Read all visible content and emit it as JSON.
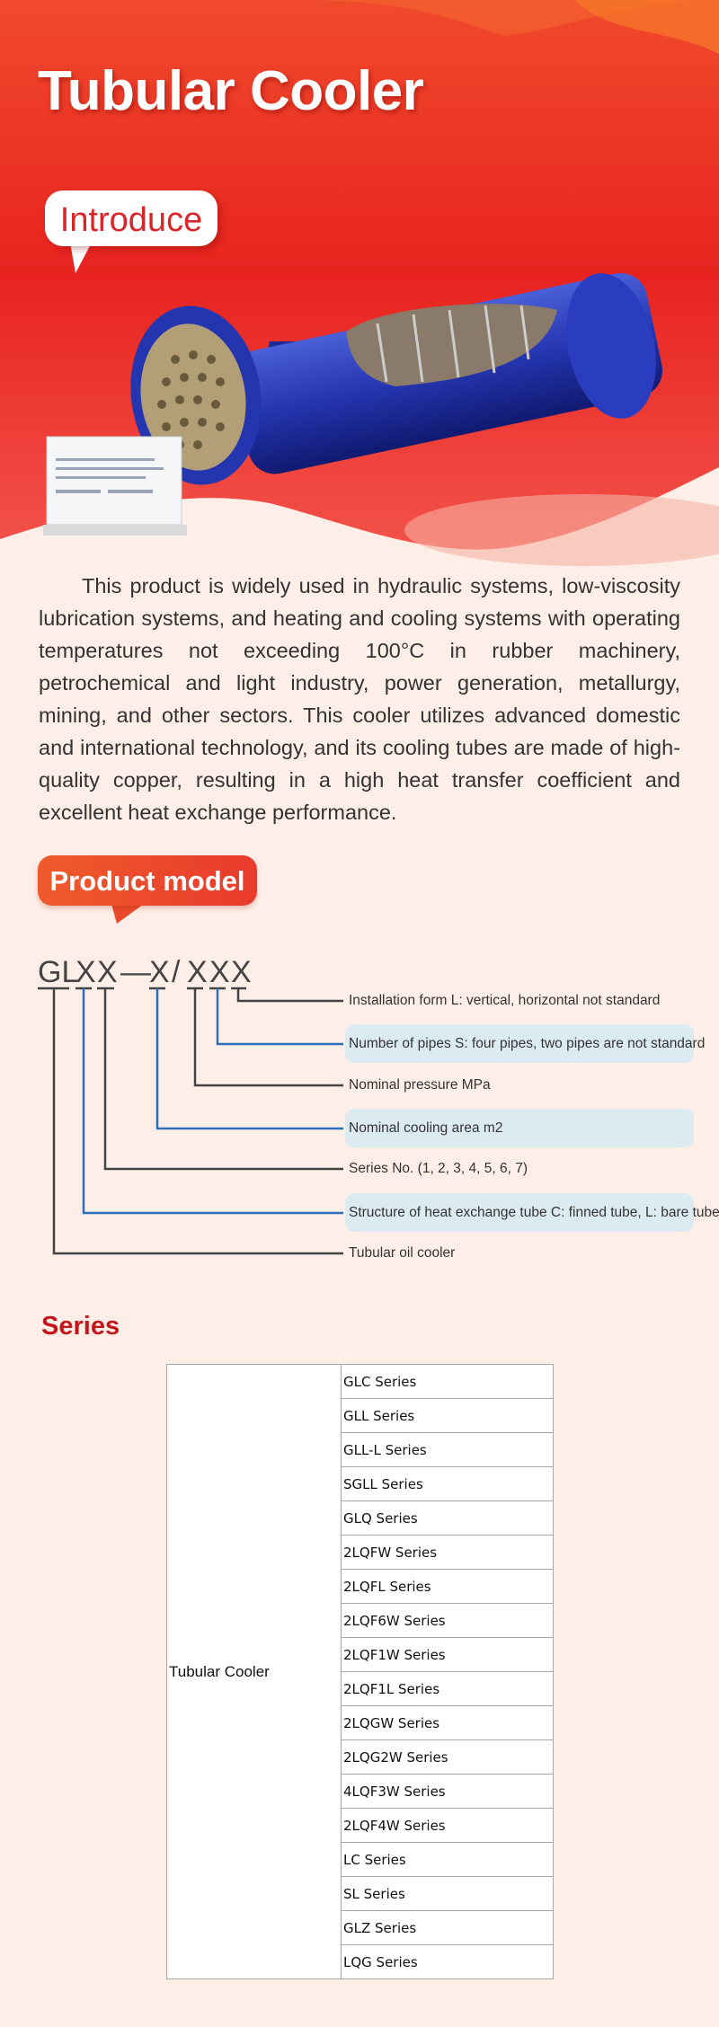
{
  "hero": {
    "title": "Tubular Cooler",
    "intro_label": "Introduce"
  },
  "description": "This product is widely used in hydraulic systems, low-viscosity lubrication systems, and heating and cooling systems with operating temperatures not exceeding 100°C in rubber machinery, petrochemical and light industry, power generation, metallurgy, mining, and other sectors.  This cooler utilizes advanced domestic and international technology, and its cooling tubes are made of high-quality copper, resulting in a high heat transfer coefficient and excellent heat exchange performance.",
  "product_model": {
    "heading": "Product model",
    "code": [
      "GL",
      "X",
      "X",
      "—",
      "X",
      "/",
      "X",
      "X",
      "X"
    ],
    "labels": [
      "Installation form L: vertical, horizontal not standard",
      "Number of pipes S: four pipes, two pipes are not standard",
      "Nominal pressure  MPa",
      "Nominal cooling area m2",
      "Series No. (1, 2, 3, 4, 5, 6, 7)",
      "Structure of heat exchange tube C: finned tube, L: bare tube",
      "Tubular oil cooler"
    ]
  },
  "series": {
    "heading": "Series",
    "category": "Tubular Cooler",
    "items": [
      "GLC Series",
      "GLL Series",
      "GLL-L Series",
      "SGLL Series",
      "GLQ Series",
      "2LQFW Series",
      "2LQFL Series",
      "2LQF6W Series",
      "2LQF1W Series",
      "2LQF1L Series",
      "2LQGW Series",
      "2LQG2W Series",
      "4LQF3W Series",
      "2LQF4W Series",
      "LC Series",
      "SL Series",
      "GLZ Series",
      "LQG Series"
    ]
  },
  "colors": {
    "brand_red": "#e8231f",
    "accent_blue": "#2a6fb8",
    "highlight": "#dcebf2"
  }
}
